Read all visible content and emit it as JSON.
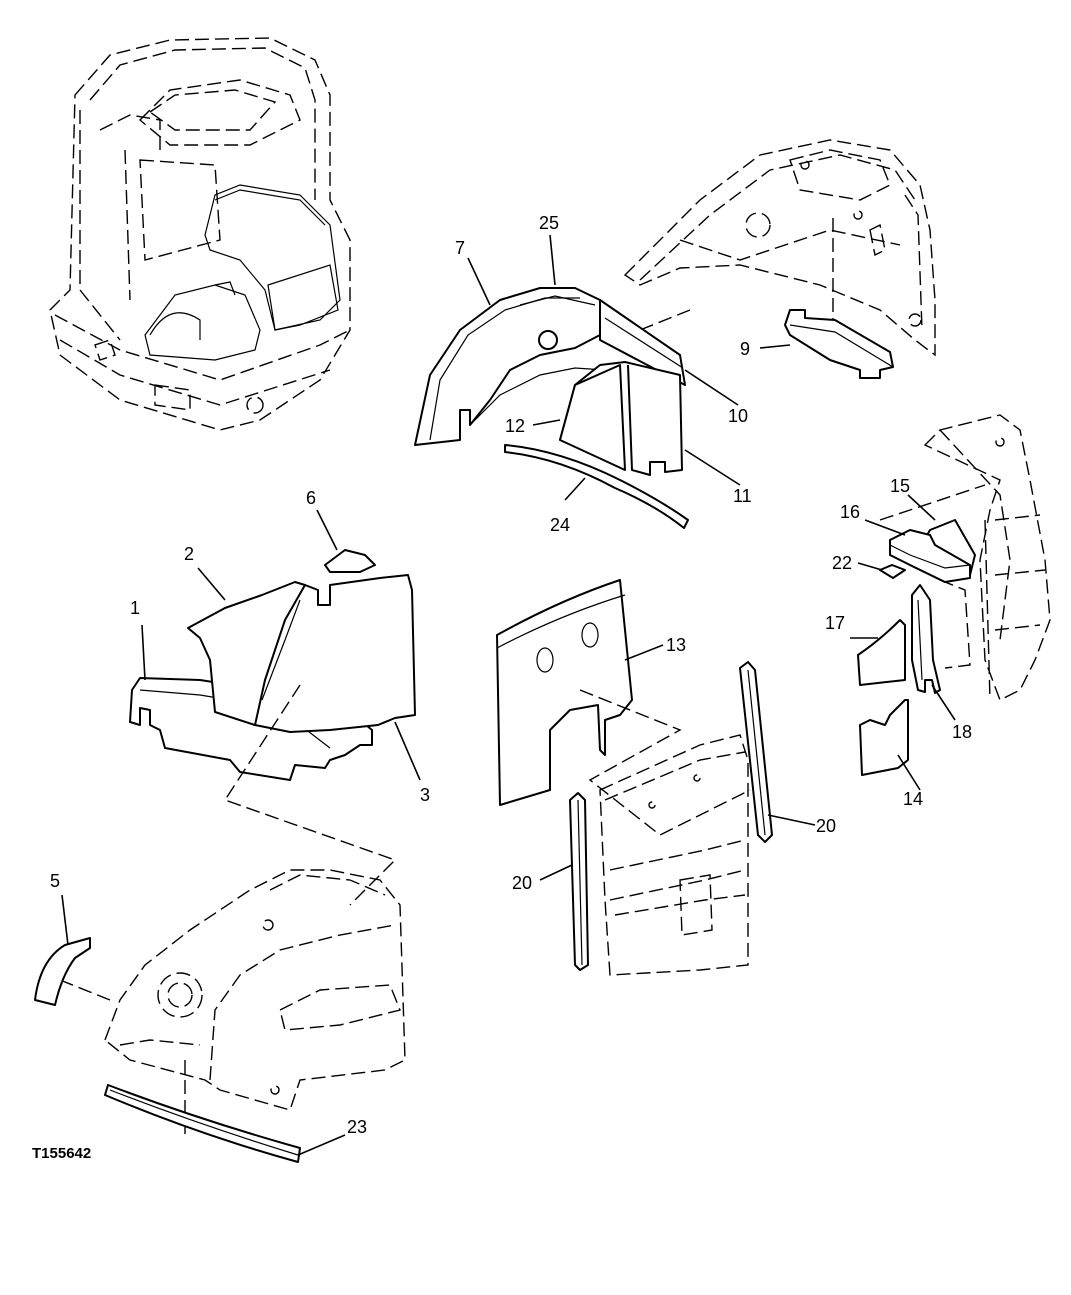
{
  "figure_id": "T155642",
  "callouts": {
    "c1": "1",
    "c2": "2",
    "c3": "3",
    "c5": "5",
    "c6": "6",
    "c7": "7",
    "c9": "9",
    "c10": "10",
    "c11": "11",
    "c12": "12",
    "c13": "13",
    "c14": "14",
    "c15": "15",
    "c16": "16",
    "c17": "17",
    "c18": "18",
    "c20a": "20",
    "c20b": "20",
    "c22": "22",
    "c23": "23",
    "c24": "24",
    "c25": "25"
  }
}
